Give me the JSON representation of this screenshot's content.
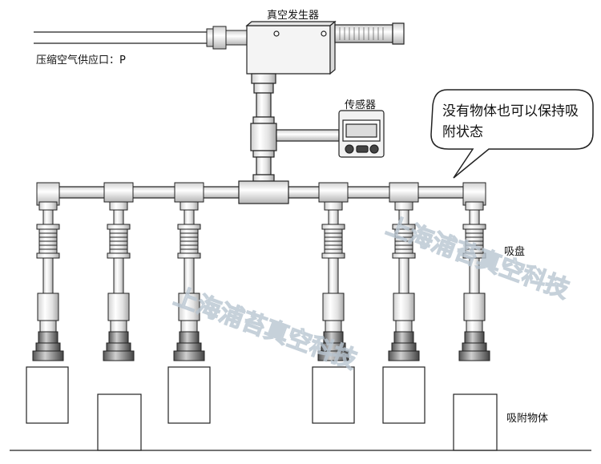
{
  "labels": {
    "vacuum_generator": "真空发生器",
    "air_supply": "压缩空气供应口：P",
    "sensor": "传感器",
    "suction_cup": "吸盘",
    "object": "吸附物体"
  },
  "callout": {
    "text": "没有物体也可以保持吸附状态"
  },
  "watermark": {
    "text": "上海浦苔真空科技"
  },
  "colors": {
    "line": "#222222",
    "fill_light": "#f0f0f0",
    "fill_mid": "#d9d9d9",
    "fill_dark": "#7a7a7a",
    "watermark": "#c8d1da"
  }
}
